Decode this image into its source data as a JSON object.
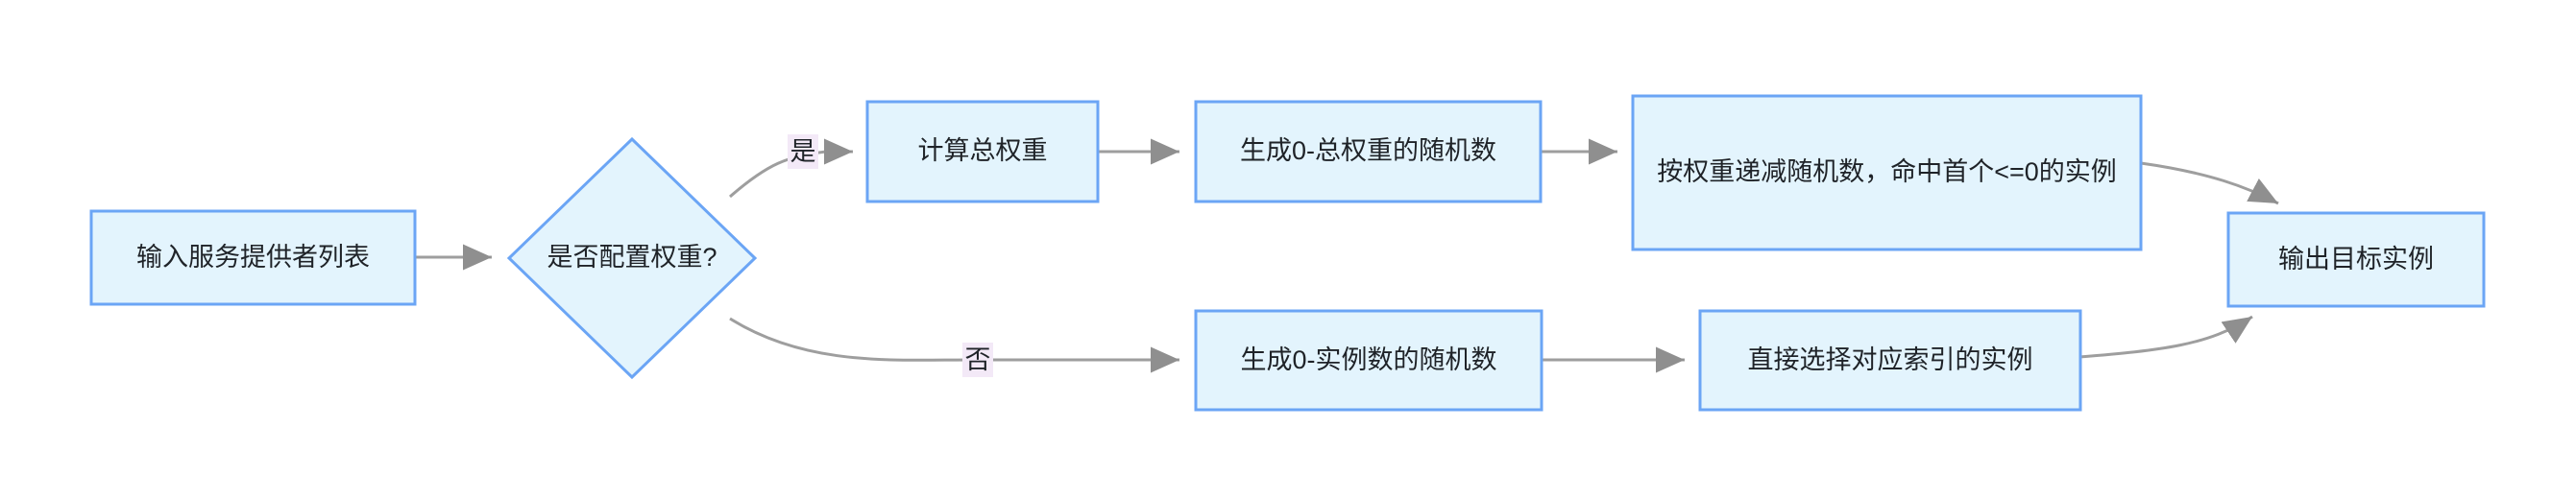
{
  "diagram": {
    "type": "flowchart",
    "direction": "left-to-right",
    "background_color": "#ffffff",
    "node_fill_color": "#e3f4fd",
    "node_border_color": "#6ba5f5",
    "edge_color": "#9e9e9e",
    "text_color": "#1f2328",
    "edge_label_highlight_color": "#f3e9f7",
    "nodes": [
      {
        "id": "input",
        "shape": "rectangle",
        "label": "输入服务提供者列表"
      },
      {
        "id": "decision",
        "shape": "diamond",
        "label": "是否配置权重?"
      },
      {
        "id": "calc_total",
        "shape": "rectangle",
        "label": "计算总权重"
      },
      {
        "id": "rand_weight",
        "shape": "rectangle",
        "label": "生成0-总权重的随机数"
      },
      {
        "id": "pick_weighted",
        "shape": "rectangle",
        "label": "按权重递减随机数，命中首个<=0的实例"
      },
      {
        "id": "rand_index",
        "shape": "rectangle",
        "label": "生成0-实例数的随机数"
      },
      {
        "id": "pick_index",
        "shape": "rectangle",
        "label": "直接选择对应索引的实例"
      },
      {
        "id": "output",
        "shape": "rectangle",
        "label": "输出目标实例"
      }
    ],
    "edges": [
      {
        "from": "input",
        "to": "decision",
        "label": ""
      },
      {
        "from": "decision",
        "to": "calc_total",
        "label": "是"
      },
      {
        "from": "calc_total",
        "to": "rand_weight",
        "label": ""
      },
      {
        "from": "rand_weight",
        "to": "pick_weighted",
        "label": ""
      },
      {
        "from": "pick_weighted",
        "to": "output",
        "label": ""
      },
      {
        "from": "decision",
        "to": "rand_index",
        "label": "否"
      },
      {
        "from": "rand_index",
        "to": "pick_index",
        "label": ""
      },
      {
        "from": "pick_index",
        "to": "output",
        "label": ""
      }
    ]
  }
}
